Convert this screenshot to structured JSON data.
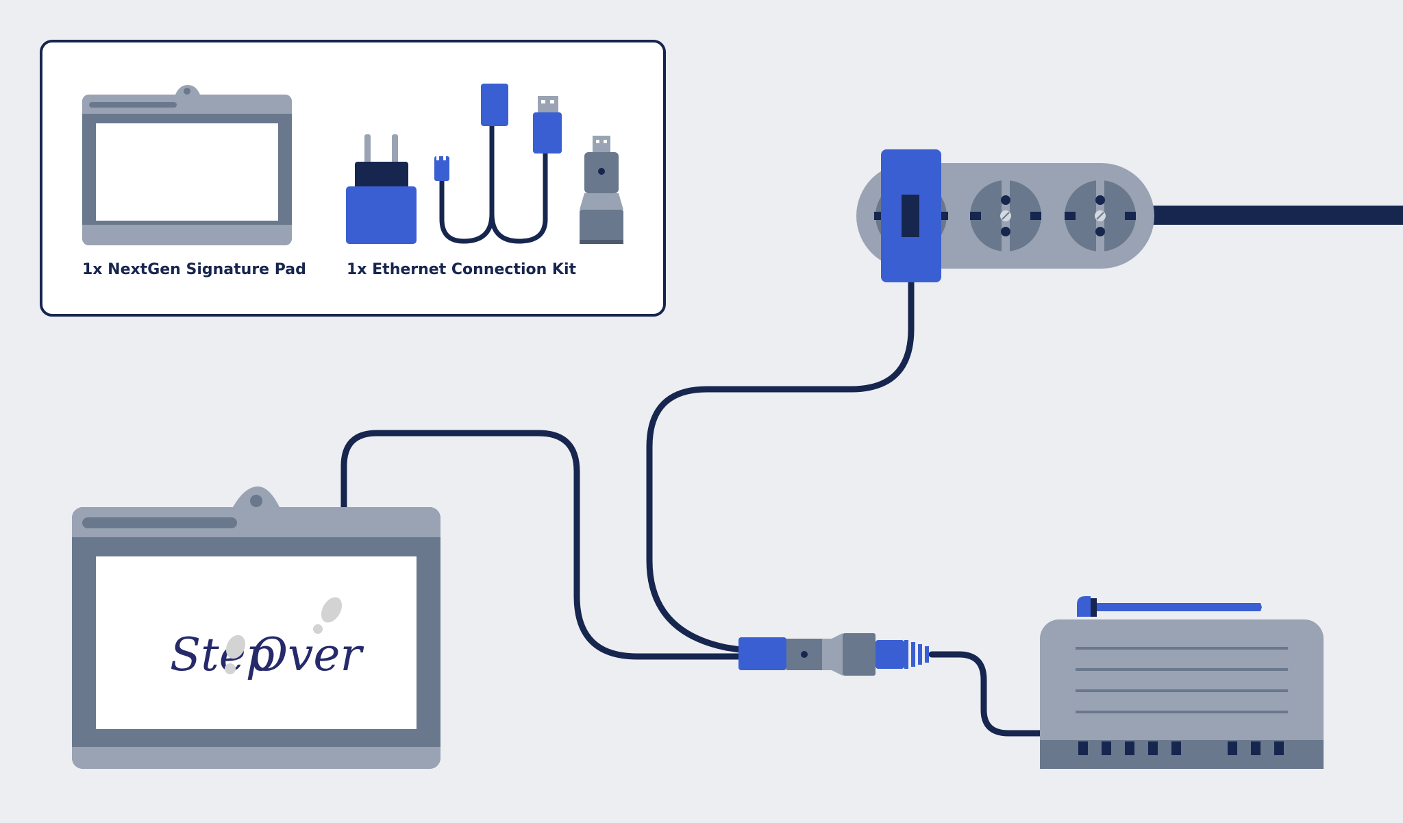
{
  "kit_box": {
    "items": [
      {
        "label": "1x NextGen Signature Pad"
      },
      {
        "label": "1x Ethernet Connection Kit"
      }
    ]
  },
  "device": {
    "logo_part1": "Step",
    "logo_part2": "Over"
  },
  "colors": {
    "background": "#eceef2",
    "navy": "#17264f",
    "blue": "#3a5fd3",
    "grey_dark": "#69788c",
    "grey_light": "#9aa3b3",
    "white": "#ffffff"
  },
  "icons": [
    "signature-pad-icon",
    "power-adapter-icon",
    "usb-y-cable-icon",
    "usb-ethernet-adapter-icon",
    "power-strip-icon",
    "router-icon",
    "logo-footprint-icon"
  ]
}
